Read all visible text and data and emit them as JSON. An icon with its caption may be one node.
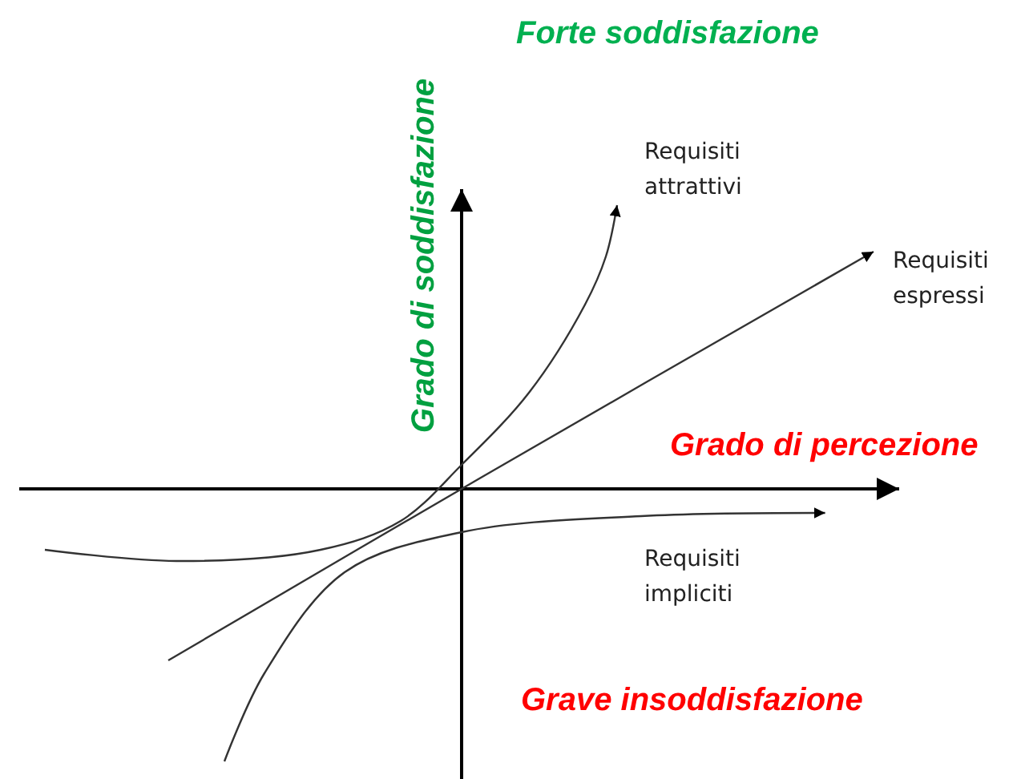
{
  "diagram": {
    "nodes": [
      {
        "text": [
          "Requisiti attrattivi"
        ]
      },
      {
        "text": [
          "Requisiti espressi"
        ]
      },
      {
        "text": [
          "Requisiti impliciti"
        ]
      }
    ],
    "edges": [
      {
        "from": null,
        "to": 0,
        "arrow": "to"
      },
      {
        "from": null,
        "to": 1,
        "arrow": "to"
      },
      {
        "from": null,
        "to": 2,
        "arrow": "to"
      }
    ],
    "labels": [
      "Forte soddisfazione",
      "Grado di soddisfazione",
      "Grado di percezione",
      "Grave insoddisfazione"
    ]
  }
}
